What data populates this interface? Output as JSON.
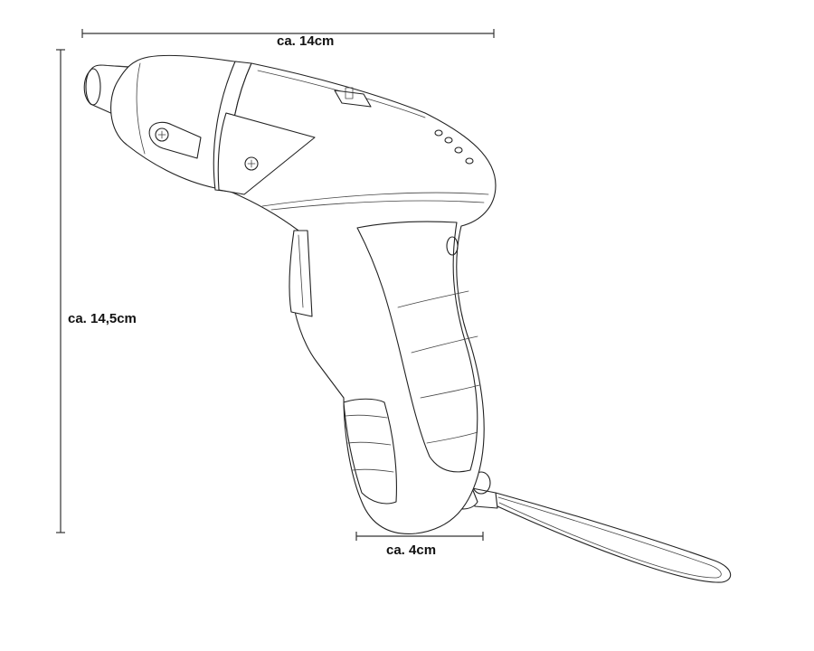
{
  "figure": {
    "subject": "cordless screwdriver line drawing",
    "dimensions": {
      "width_label": "ca. 14cm",
      "height_label": "ca. 14,5cm",
      "grip_label": "ca. 4cm"
    },
    "colors": {
      "line": "#222222",
      "background": "#ffffff",
      "dimension_line": "#333333"
    }
  }
}
